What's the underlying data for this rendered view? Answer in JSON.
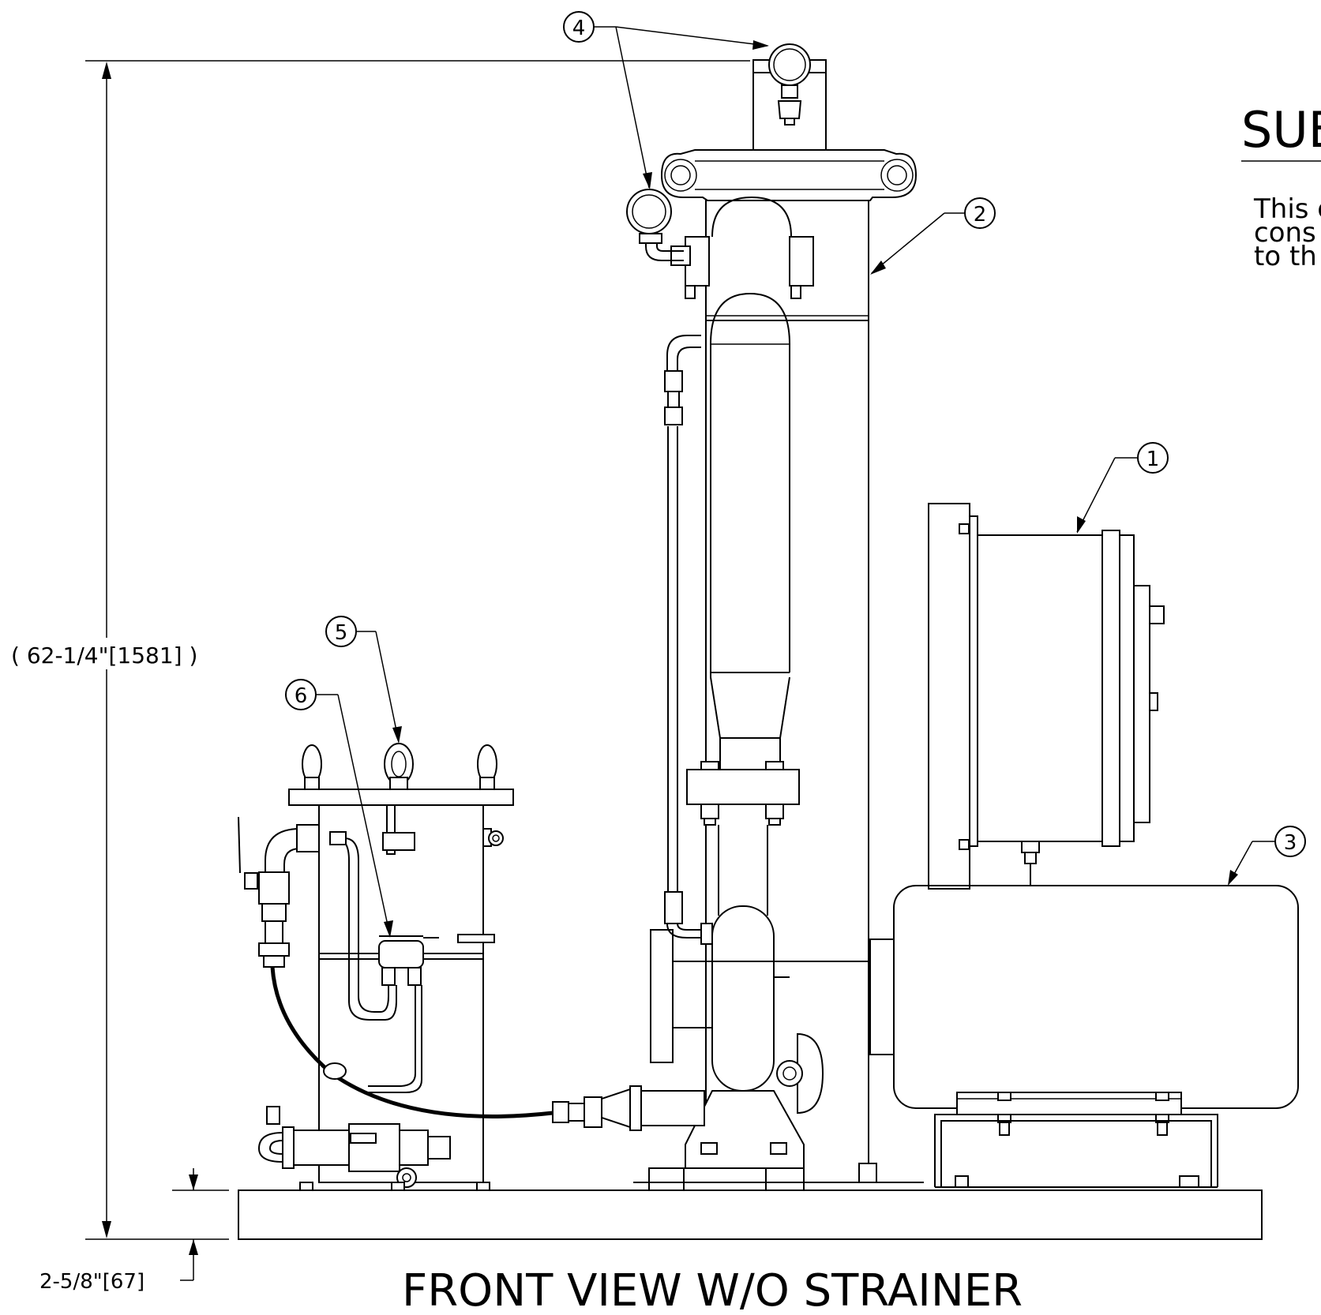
{
  "title": "FRONT VIEW W/O STRAINER",
  "side_heading": "SUB",
  "side_note_lines": [
    "This d",
    "cons",
    "to th"
  ],
  "dimensions": {
    "overall_height": "( 62-1/4\"[1581] )",
    "base_height": "2-5/8\"[67]"
  },
  "balloons": [
    "1",
    "2",
    "3",
    "4",
    "5",
    "6"
  ]
}
